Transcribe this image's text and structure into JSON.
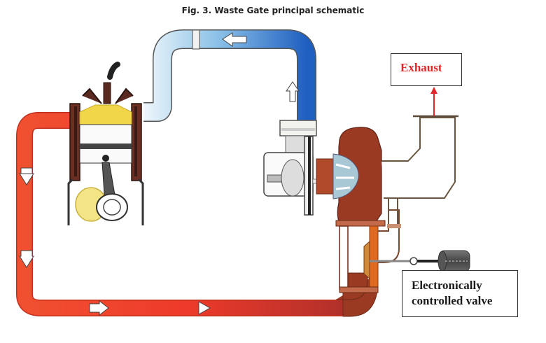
{
  "figure": {
    "title": "Fig. 3. Waste Gate principal schematic"
  },
  "labels": {
    "exhaust": "Exhaust",
    "valve_line1": "Electronically",
    "valve_line2": "controlled valve"
  },
  "components": [
    {
      "id": "engine-cylinder",
      "name": "Engine cylinder with piston"
    },
    {
      "id": "intake-pipe",
      "name": "Compressed air intake pipe",
      "flow": "towards engine"
    },
    {
      "id": "exhaust-pipe",
      "name": "Exhaust gas pipe",
      "flow": "engine to turbine"
    },
    {
      "id": "compressor",
      "name": "Compressor"
    },
    {
      "id": "turbine",
      "name": "Turbine housing"
    },
    {
      "id": "waste-gate",
      "name": "Waste gate bypass"
    },
    {
      "id": "actuator",
      "name": "Electronically controlled valve actuator"
    }
  ],
  "colors": {
    "hot_gas": "#e8402a",
    "hot_gas_dark": "#b8302a",
    "cool_air_light": "#d6eaf6",
    "cool_air_dark": "#1f5fc0",
    "turbine_brown": "#9a3a22",
    "exhaust_label": "#e0282a",
    "outline": "#5a4a3a"
  }
}
